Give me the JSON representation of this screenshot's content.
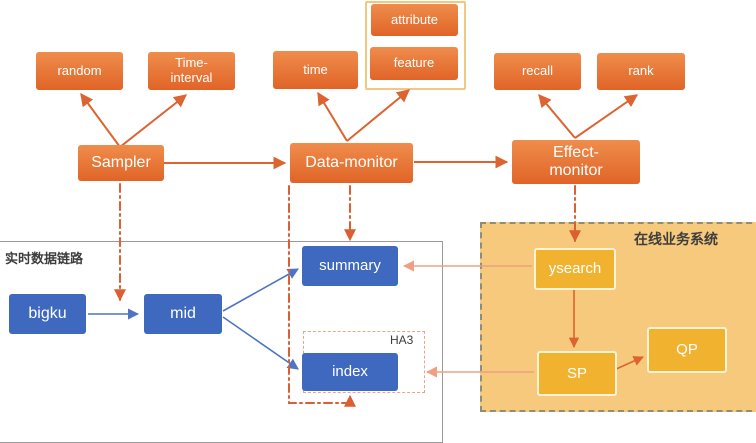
{
  "colors": {
    "orange_top": "#ef8d4c",
    "orange_bottom": "#e06427",
    "orange_line": "#dd6330",
    "dashdot_line": "#dc5f33",
    "salmon_line": "#eda082",
    "blue_box": "#3e69be",
    "blue_line": "#4f74c2",
    "yellow_box": "#f1b32f",
    "yellow_box_border": "#fdf3d7",
    "region_bg": "#f7c97d",
    "region_border": "#8f8d72",
    "container_border": "#9a9a9a",
    "ha3_border": "#eda487",
    "label_dark": "#3d3d3d"
  },
  "nodes": {
    "random": "random",
    "time_interval": "Time-\ninterval",
    "time": "time",
    "attribute": "attribute",
    "feature": "feature",
    "recall": "recall",
    "rank": "rank",
    "sampler": "Sampler",
    "data_monitor": "Data-monitor",
    "effect_monitor": "Effect-\nmonitor",
    "bigku": "bigku",
    "mid": "mid",
    "summary": "summary",
    "index": "index",
    "ysearch": "ysearch",
    "sp": "SP",
    "qp": "QP"
  },
  "labels": {
    "realtime_group": "实时数据链路",
    "online_group": "在线业务系统",
    "ha3_group": "HA3"
  }
}
